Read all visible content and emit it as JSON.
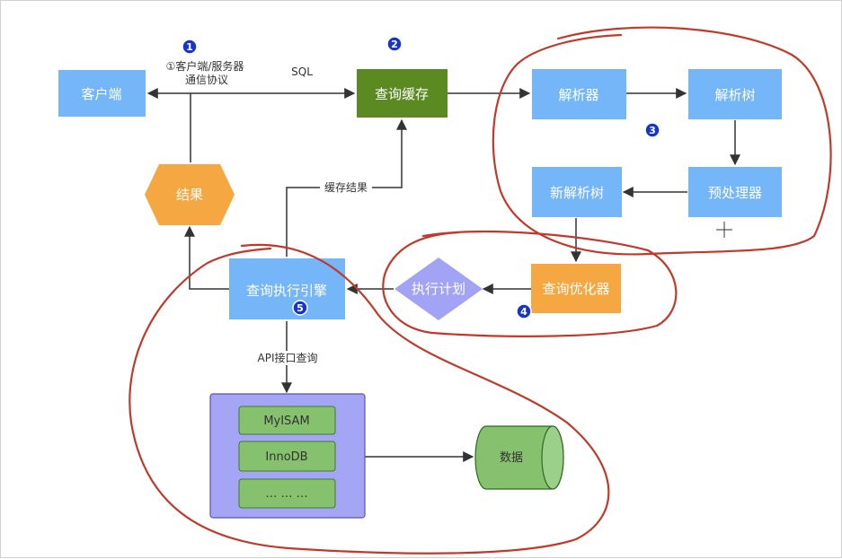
{
  "nodes": {
    "client": "客户端",
    "query_cache": "查询缓存",
    "parser": "解析器",
    "parse_tree": "解析树",
    "preprocessor": "预处理器",
    "new_parse_tree": "新解析树",
    "query_optimizer": "查询优化器",
    "execution_plan": "执行计划",
    "query_engine": "查询执行引擎",
    "result": "结果",
    "data": "数据"
  },
  "storage_engines": [
    "MyISAM",
    "InnoDB",
    "… … …"
  ],
  "edge_labels": {
    "protocol_line1": "①客户端/服务器",
    "protocol_line2": "通信协议",
    "sql": "SQL",
    "cache_result": "缓存结果",
    "api_query": "API接口查询"
  },
  "badges": [
    "1",
    "2",
    "3",
    "4",
    "5"
  ],
  "colors": {
    "blue": "#74b6f7",
    "green": "#5b8a23",
    "orange": "#f5a742",
    "purple": "#a3a3f5",
    "storage_bg": "#a5a5f5",
    "storage_item": "#86c16e",
    "data_fill": "#86c16e",
    "annotation_red": "#c0392b",
    "badge": "#1736c9"
  }
}
